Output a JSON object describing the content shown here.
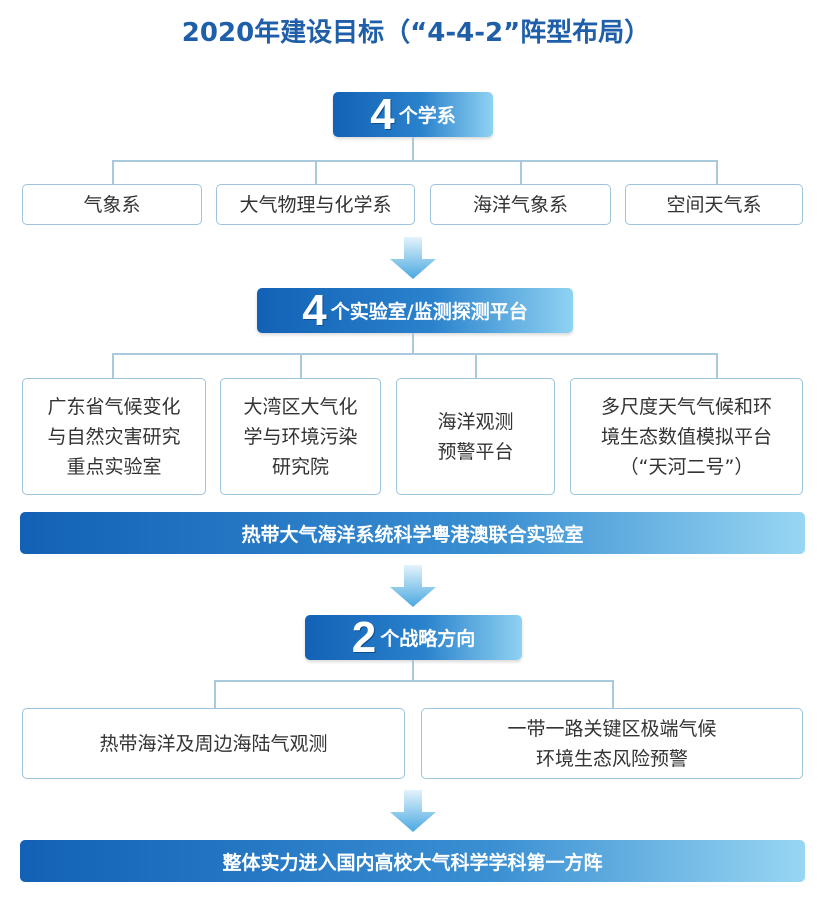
{
  "title": "2020年建设目标（“4-4-2”阵型布局）",
  "departments": {
    "number": "4",
    "label": "个学系",
    "items": [
      "气象系",
      "大气物理与化学系",
      "海洋气象系",
      "空间天气系"
    ]
  },
  "labs": {
    "number": "4",
    "label": "个实验室/监测探测平台",
    "items": [
      [
        "广东省气候变化",
        "与自然灾害研究",
        "重点实验室"
      ],
      [
        "大湾区大气化",
        "学与环境污染",
        "研究院"
      ],
      [
        "海洋观测",
        "预警平台"
      ],
      [
        "多尺度天气气候和环",
        "境生态数值模拟平台",
        "（“天河二号”）"
      ]
    ]
  },
  "joint_lab": "热带大气海洋系统科学粤港澳联合实验室",
  "directions": {
    "number": "2",
    "label": "个战略方向",
    "items": [
      [
        "热带海洋及周边海陆气观测"
      ],
      [
        "一带一路关键区极端气候",
        "环境生态风险预警"
      ]
    ]
  },
  "goal": "整体实力进入国内高校大气科学学科第一方阵",
  "colors": {
    "title": "#1f5ea8",
    "gradient_start": "#1261b6",
    "gradient_end": "#8fd2f2",
    "border": "#9cc4dc"
  }
}
